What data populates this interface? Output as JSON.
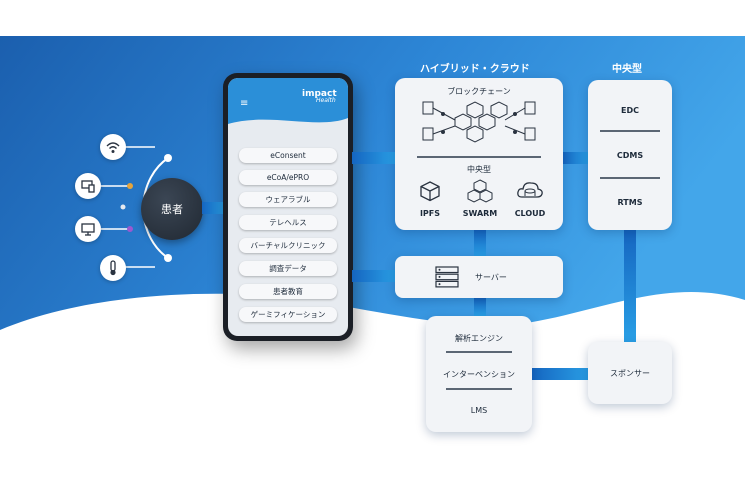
{
  "patient": {
    "label": "患者"
  },
  "app": {
    "logo_main": "impact",
    "logo_sub": "Health",
    "menu": [
      "eConsent",
      "eCoA/ePRO",
      "ウェアラブル",
      "テレヘルス",
      "バーチャルクリニック",
      "調査データ",
      "患者教育",
      "ゲーミフィケーション"
    ]
  },
  "hybrid_cloud": {
    "title": "ハイブリッド・クラウド",
    "blockchain_label": "ブロックチェーン",
    "central_label": "中央型",
    "storage": [
      "IPFS",
      "SWARM",
      "CLOUD"
    ]
  },
  "central_type": {
    "title": "中央型",
    "items": [
      "EDC",
      "CDMS",
      "RTMS"
    ]
  },
  "server": {
    "label": "サーバー"
  },
  "analytics": {
    "items": [
      "解析エンジン",
      "インターベンション",
      "LMS"
    ]
  },
  "sponsor": {
    "label": "スポンサー"
  },
  "icons": [
    "wifi-icon",
    "device-icon",
    "monitor-icon",
    "thermometer-icon",
    "cube-icon",
    "cloud-icon",
    "server-icon"
  ],
  "colors": {
    "bg_dark": "#1b5fae",
    "bg_light": "#3fa2e8",
    "accent": "#2aa0e6",
    "card": "#f2f4f7"
  }
}
